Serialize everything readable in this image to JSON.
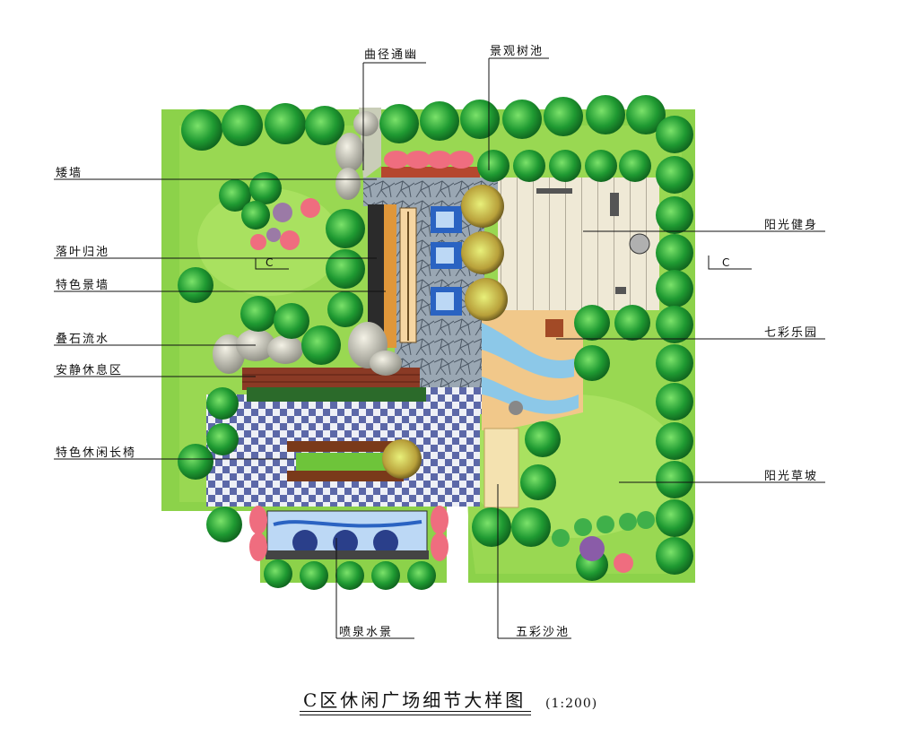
{
  "title": "C区休闲广场细节大样图",
  "scale": "(1:200)",
  "section_marks": {
    "left": "C",
    "right": "C"
  },
  "labels": {
    "qujing": "曲径通幽",
    "jingguan": "景观树池",
    "aiqiang": "矮墙",
    "luoye": "落叶归池",
    "tese_jingqiang": "特色景墙",
    "dieshi": "叠石流水",
    "anjing": "安静休息区",
    "tese_changyi": "特色休闲长椅",
    "penquan": "喷泉水景",
    "wucai": "五彩沙池",
    "yangguang_jianshen": "阳光健身",
    "qicai": "七彩乐园",
    "yangguang_caopo": "阳光草坡"
  },
  "colors": {
    "lawn": "#8cd24a",
    "tree": "#1f9a32",
    "tree_dark": "#0d5e1c",
    "paving": "#7d8a98",
    "checker_blue": "#5c68a8",
    "wood": "#8a3a25",
    "water": "#3a7fd0",
    "sand": "#f1c88a",
    "deck": "#efe9d6",
    "pink": "#ef6d7f"
  }
}
